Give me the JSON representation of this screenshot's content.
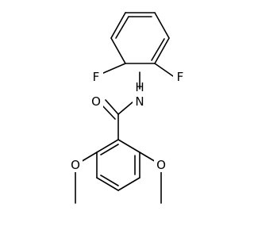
{
  "molecule": {
    "atoms": {
      "fluorine_left": "F",
      "fluorine_right": "F",
      "nitrogen": "N",
      "hydrogen": "H",
      "carbonyl_oxygen": "O",
      "methoxy_oxygen_left": "O",
      "methoxy_oxygen_right": "O"
    }
  }
}
